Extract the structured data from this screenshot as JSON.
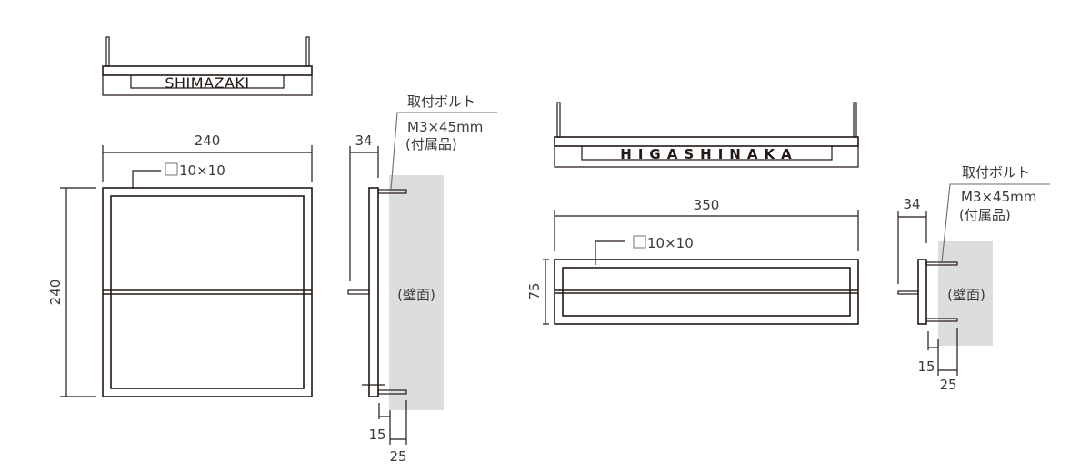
{
  "drawing_1": {
    "top_view": {
      "nameplate_text": "SHIMAZAKI"
    },
    "front_view": {
      "width_dim": "240",
      "height_dim": "240",
      "material_label": "10×10"
    },
    "side_view": {
      "depth_dim": "34",
      "bolt_label_line1": "取付ボルト",
      "bolt_label_line2": "M3×45mm",
      "bolt_label_line3": "(付属品)",
      "wall_label": "(壁面)",
      "dim_15": "15",
      "dim_25": "25"
    }
  },
  "drawing_2": {
    "top_view": {
      "nameplate_text": "HIGASHINAKA"
    },
    "front_view": {
      "width_dim": "350",
      "height_dim": "75",
      "material_label": "10×10"
    },
    "side_view": {
      "depth_dim": "34",
      "bolt_label_line1": "取付ボルト",
      "bolt_label_line2": "M3×45mm",
      "bolt_label_line3": "(付属品)",
      "wall_label": "(壁面)",
      "dim_15": "15",
      "dim_25": "25"
    }
  },
  "colors": {
    "line": "#231815",
    "wall_fill": "#dcdddd",
    "text": "#3a3a3a"
  }
}
